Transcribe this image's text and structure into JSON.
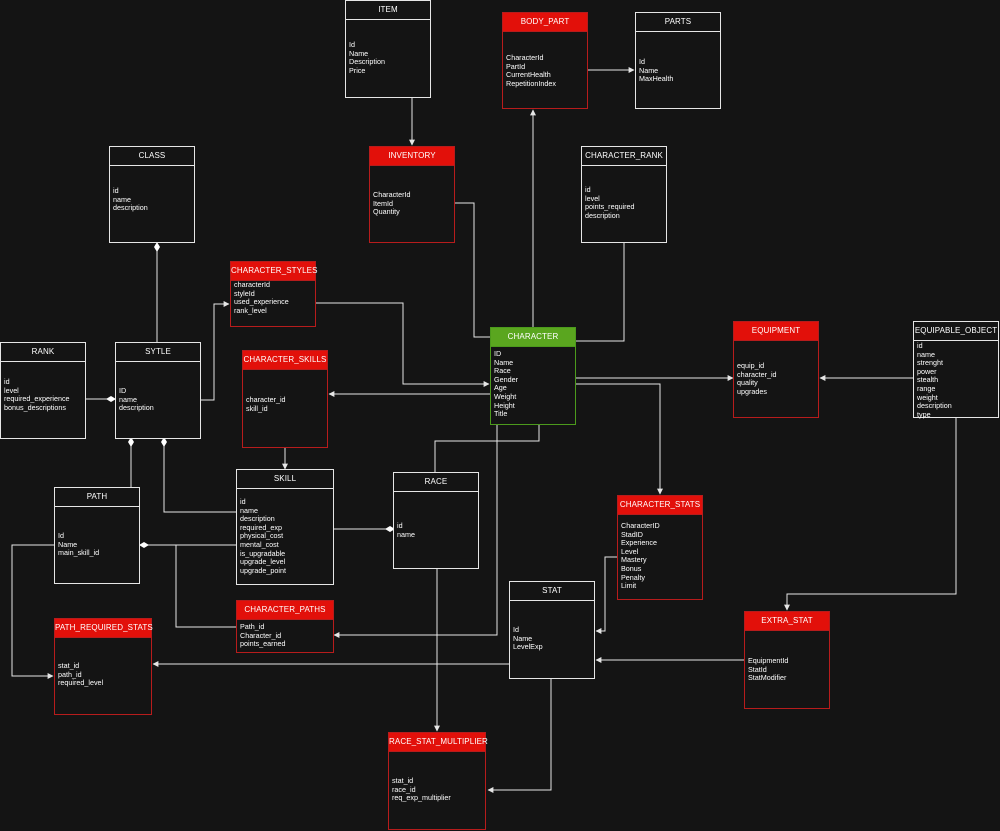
{
  "colors": {
    "background": "#141414",
    "line": "#e6e6e6",
    "header_red": "#e2100a",
    "header_green": "#5aa61f"
  },
  "entities": {
    "item": {
      "title": "ITEM",
      "fields": [
        "Id",
        "Name",
        "Description",
        "Price"
      ]
    },
    "body_part": {
      "title": "BODY_PART",
      "fields": [
        "CharacterId",
        "PartId",
        "CurrentHealth",
        "RepetitionIndex"
      ]
    },
    "parts": {
      "title": "PARTS",
      "fields": [
        "Id",
        "Name",
        "MaxHealth"
      ]
    },
    "class": {
      "title": "CLASS",
      "fields": [
        "id",
        "name",
        "description"
      ]
    },
    "inventory": {
      "title": "INVENTORY",
      "fields": [
        "CharacterId",
        "ItemId",
        "Quantity"
      ]
    },
    "character_rank": {
      "title": "CHARACTER_RANK",
      "fields": [
        "id",
        "level",
        "points_required",
        "description"
      ]
    },
    "character_styles": {
      "title": "CHARACTER_STYLES",
      "fields": [
        "characterId",
        "styleId",
        "used_experience",
        "rank_level"
      ]
    },
    "rank": {
      "title": "RANK",
      "fields": [
        "id",
        "level",
        "required_experience",
        "bonus_descriptions"
      ]
    },
    "sytle": {
      "title": "SYTLE",
      "fields": [
        "ID",
        "name",
        "description"
      ]
    },
    "character_skills": {
      "title": "CHARACTER_SKILLS",
      "fields": [
        "character_id",
        "skill_id"
      ]
    },
    "character": {
      "title": "CHARACTER",
      "fields": [
        "ID",
        "Name",
        "Race",
        "Gender",
        "Age",
        "Weight",
        "Height",
        "Title"
      ]
    },
    "equipment": {
      "title": "EQUIPMENT",
      "fields": [
        "equip_id",
        "character_id",
        "quality",
        "upgrades"
      ]
    },
    "equipable_object": {
      "title": "EQUIPABLE_OBJECT",
      "fields": [
        "id",
        "name",
        "strenght",
        "power",
        "stealth",
        "range",
        "weight",
        "description",
        "type"
      ]
    },
    "path": {
      "title": "PATH",
      "fields": [
        "Id",
        "Name",
        "main_skill_id"
      ]
    },
    "skill": {
      "title": "SKILL",
      "fields": [
        "id",
        "name",
        "description",
        "required_exp",
        "physical_cost",
        "mental_cost",
        "is_upgradable",
        "upgrade_level",
        "upgrade_point"
      ]
    },
    "race": {
      "title": "RACE",
      "fields": [
        "id",
        "name"
      ]
    },
    "character_stats": {
      "title": "CHARACTER_STATS",
      "fields": [
        "CharacterID",
        "StadID",
        "Experience",
        "Level",
        "Mastery",
        "Bonus",
        "Penalty",
        "Limit"
      ]
    },
    "character_paths": {
      "title": "CHARACTER_PATHS",
      "fields": [
        "Path_id",
        "Character_id",
        "points_earned"
      ]
    },
    "stat": {
      "title": "STAT",
      "fields": [
        "Id",
        "Name",
        "LevelExp"
      ]
    },
    "path_required_stats": {
      "title": "PATH_REQUIRED_STATS",
      "fields": [
        "stat_id",
        "path_id",
        "required_level"
      ]
    },
    "extra_stat": {
      "title": "EXTRA_STAT",
      "fields": [
        "EquipmentId",
        "StatId",
        "StatModifier"
      ]
    },
    "race_stat_multiplier": {
      "title": "RACE_STAT_MULTIPLIER",
      "fields": [
        "stat_id",
        "race_id",
        "req_exp_multiplier"
      ]
    }
  }
}
